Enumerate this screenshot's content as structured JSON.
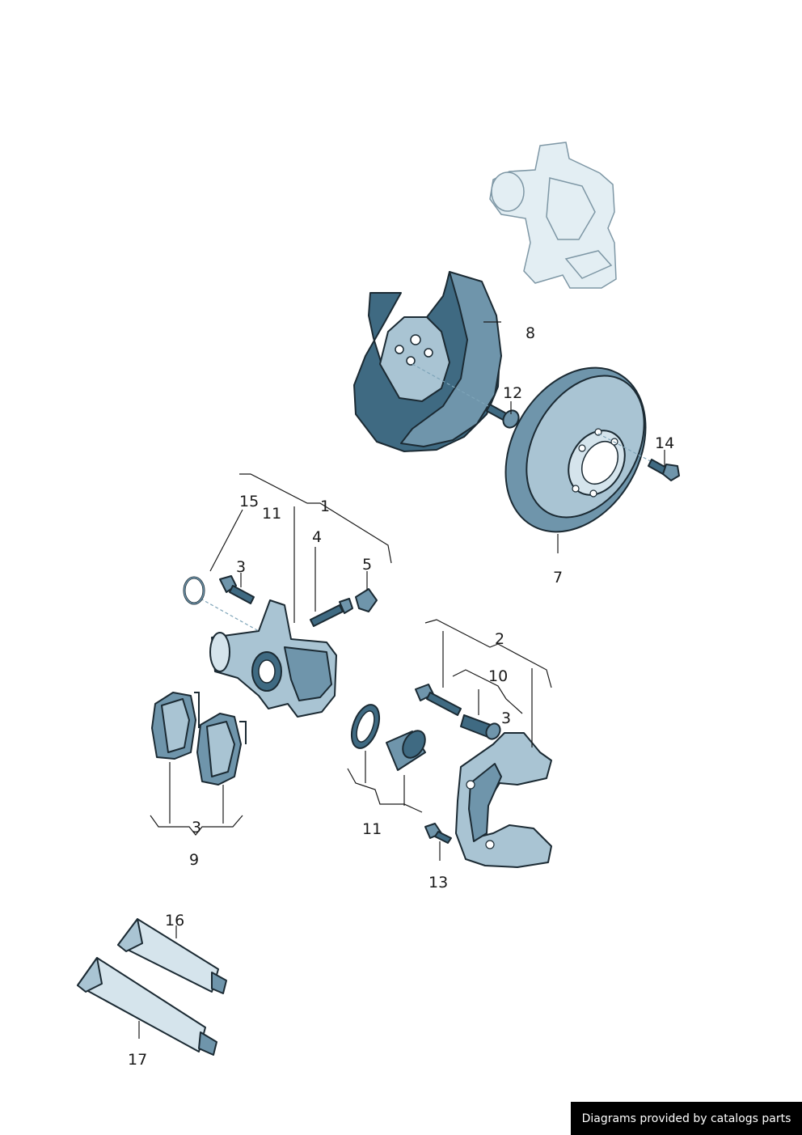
{
  "callouts": {
    "c1": "1",
    "c2": "2",
    "c3a": "3",
    "c3b": "3",
    "c3c": "3",
    "c4": "4",
    "c5": "5",
    "c7": "7",
    "c8": "8",
    "c9": "9",
    "c10": "10",
    "c11a": "11",
    "c11b": "11",
    "c12": "12",
    "c13": "13",
    "c14": "14",
    "c15": "15",
    "c16": "16",
    "c17": "17"
  },
  "footer": {
    "text": "Diagrams provided by catalogs parts"
  },
  "colors": {
    "part_dark": "#3f6a82",
    "part_mid": "#6f95ab",
    "part_light": "#a9c4d3",
    "outline": "#1b2a33"
  }
}
